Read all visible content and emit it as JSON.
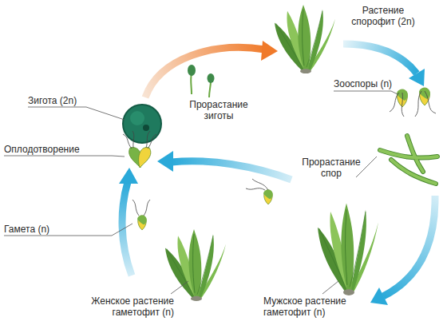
{
  "diagram": {
    "labels": [
      "Растение спорофит (2n)",
      "Зооспоры (n)",
      "Прорастание спор",
      "Мужское растение гаметофит (n)",
      "Женское растение гаметофит (n)",
      "Гамета (n)",
      "Оплодотворение",
      "Зигота (2n)",
      "Прорастание зиготы"
    ]
  }
}
